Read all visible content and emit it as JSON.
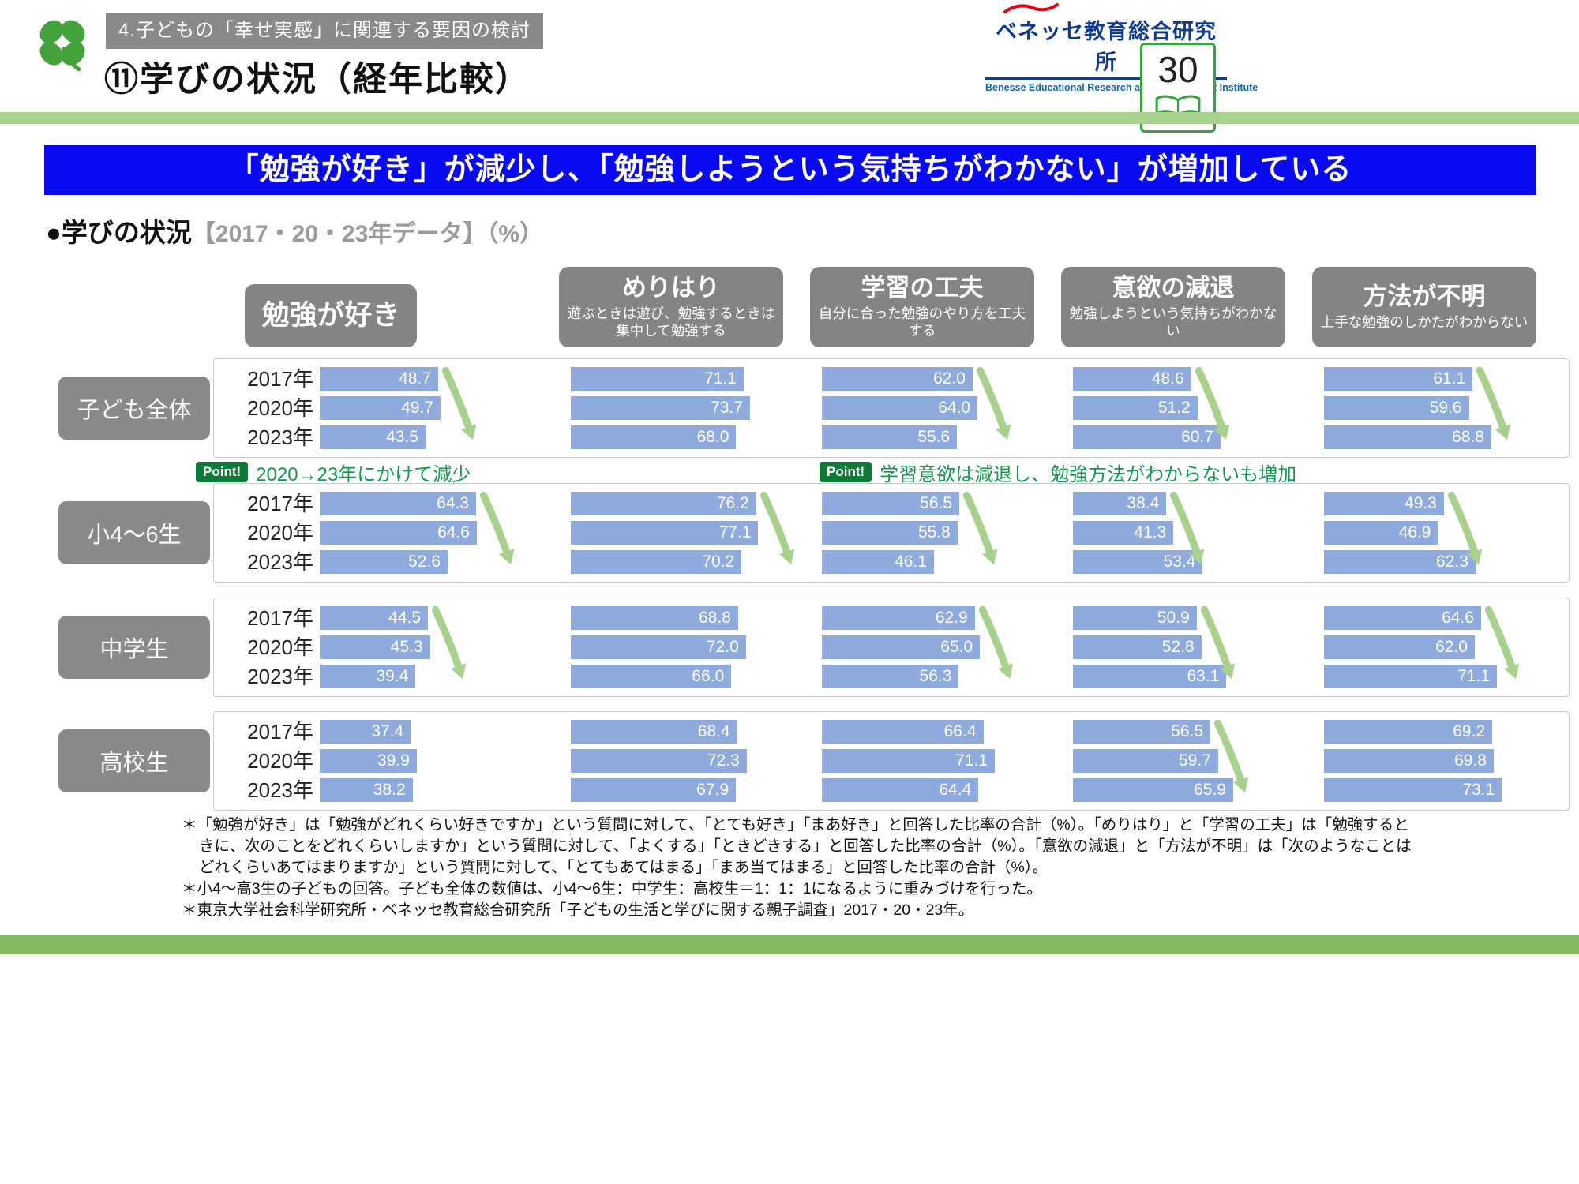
{
  "header": {
    "tag": "4.子どもの「幸せ実感」に関連する要因の検討",
    "title": "⑪学びの状況（経年比較）",
    "page_number": "30",
    "logo": {
      "name": "ベネッセ教育総合研究所",
      "subtitle": "Benesse  Educational Research and Development Institute"
    }
  },
  "banner": "「勉強が好き」が減少し、「勉強しようという気持ちがわかない」が増加している",
  "section_heading": {
    "main": "●学びの状況",
    "sub": "【2017・20・23年データ】（%）"
  },
  "chart_data": {
    "type": "bar",
    "unit": "%",
    "orientation": "horizontal",
    "xlim": [
      0,
      100
    ],
    "bar_color": "#8FAADC",
    "arrow_color": "#A9D18E",
    "years": [
      "2017年",
      "2020年",
      "2023年"
    ],
    "columns": [
      {
        "title": "勉強が好き",
        "subtitle": ""
      },
      {
        "title": "めりはり",
        "subtitle": "遊ぶときは遊び、勉強するときは集中して勉強する"
      },
      {
        "title": "学習の工夫",
        "subtitle": "自分に合った勉強のやり方を工夫する"
      },
      {
        "title": "意欲の減退",
        "subtitle": "勉強しようという気持ちがわかない"
      },
      {
        "title": "方法が不明",
        "subtitle": "上手な勉強のしかたがわからない"
      }
    ],
    "groups": [
      {
        "label": "子ども全体",
        "values": [
          [
            48.7,
            49.7,
            43.5
          ],
          [
            71.1,
            73.7,
            68.0
          ],
          [
            62.0,
            64.0,
            55.6
          ],
          [
            48.6,
            51.2,
            60.7
          ],
          [
            61.1,
            59.6,
            68.8
          ]
        ],
        "arrows": [
          0,
          2,
          3,
          4
        ]
      },
      {
        "label": "小4～6生",
        "values": [
          [
            64.3,
            64.6,
            52.6
          ],
          [
            76.2,
            77.1,
            70.2
          ],
          [
            56.5,
            55.8,
            46.1
          ],
          [
            38.4,
            41.3,
            53.4
          ],
          [
            49.3,
            46.9,
            62.3
          ]
        ],
        "arrows": [
          0,
          1,
          2,
          3,
          4
        ]
      },
      {
        "label": "中学生",
        "values": [
          [
            44.5,
            45.3,
            39.4
          ],
          [
            68.8,
            72.0,
            66.0
          ],
          [
            62.9,
            65.0,
            56.3
          ],
          [
            50.9,
            52.8,
            63.1
          ],
          [
            64.6,
            62.0,
            71.1
          ]
        ],
        "arrows": [
          0,
          2,
          3,
          4
        ]
      },
      {
        "label": "高校生",
        "values": [
          [
            37.4,
            39.9,
            38.2
          ],
          [
            68.4,
            72.3,
            67.9
          ],
          [
            66.4,
            71.1,
            64.4
          ],
          [
            56.5,
            59.7,
            65.9
          ],
          [
            69.2,
            69.8,
            73.1
          ]
        ],
        "arrows": [
          3
        ]
      }
    ],
    "points": [
      {
        "badge": "Point!",
        "text": "2020→23年にかけて減少"
      },
      {
        "badge": "Point!",
        "text": "学習意欲は減退し、勉強方法がわからないも増加"
      }
    ]
  },
  "footnotes": [
    "＊「勉強が好き」は「勉強がどれくらい好きですか」という質問に対して、「とても好き」「まあ好き」と回答した比率の合計（%）。「めりはり」と「学習の工夫」は「勉強するときに、次のことをどれくらいしますか」という質問に対して、「よくする」「ときどきする」と回答した比率の合計（%）。「意欲の減退」と「方法が不明」は「次のようなことはどれくらいあてはまりますか」という質問に対して、「とてもあてはまる」「まあ当てはまる」と回答した比率の合計（%）。",
    "＊小4～高3生の子どもの回答。子ども全体の数値は、小4～6生：中学生：高校生＝1：1：1になるように重みづけを行った。",
    "＊東京大学社会科学研究所・ベネッセ教育総合研究所「子どもの生活と学びに関する親子調査」2017・20・23年。"
  ],
  "colors": {
    "banner_blue": "#0A0AF0",
    "bar_blue": "#8FAADC",
    "box_gray": "#848484",
    "accent_green_light": "#A9D18E",
    "footer_green": "#84BB60",
    "point_badge_green": "#0D7A38",
    "point_text_green": "#129A4C",
    "benesse_blue": "#0F3A8F",
    "benesse_red": "#E60012"
  }
}
